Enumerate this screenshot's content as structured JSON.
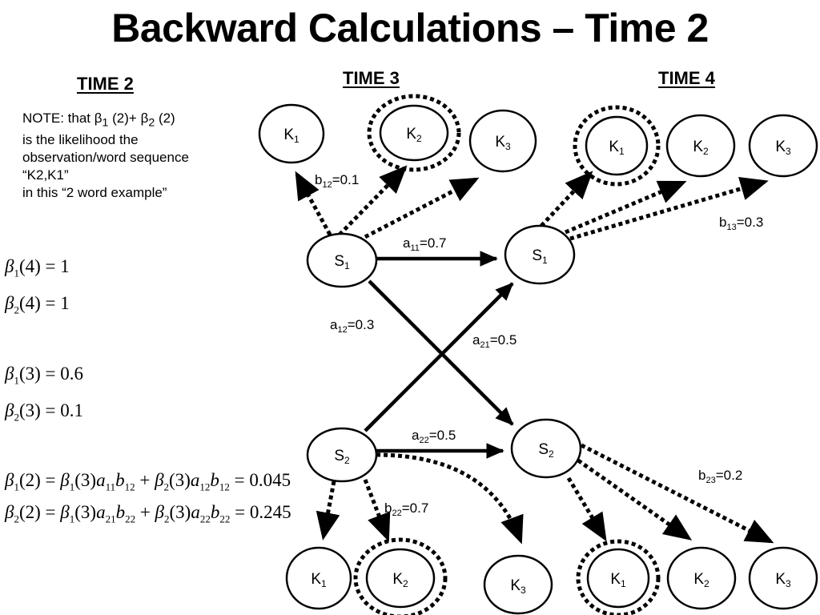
{
  "title": "Backward Calculations – Time 2",
  "time_labels": {
    "time2": "TIME 2",
    "time3": "TIME 3",
    "time4": "TIME 4"
  },
  "note": {
    "prefix": "NOTE: that ",
    "beta": "β",
    "beta_sub1": "1",
    "mid": " (2)+ ",
    "beta_sub2": "2",
    "suffix": " (2)",
    "line2": "is the likelihood the",
    "line3": "observation/word sequence",
    "line4": "“K2,K1”",
    "line5": "in this “2 word example”"
  },
  "equations": {
    "b1_4": {
      "sub": "1",
      "arg": "(4)",
      "rhs": "= 1"
    },
    "b2_4": {
      "sub": "2",
      "arg": "(4)",
      "rhs": "= 1"
    },
    "b1_3": {
      "sub": "1",
      "arg": "(3)",
      "rhs": "= 0.6"
    },
    "b2_3": {
      "sub": "2",
      "arg": "(3)",
      "rhs": "= 0.1"
    },
    "b1_2": {
      "lhs_sub": "1",
      "lhs_arg": "(2) = ",
      "t1_sub": "1",
      "t1_arg": "(3)",
      "t1_a_sub": "11",
      "t1_b_sub": "12",
      "plus": " + ",
      "t2_sub": "2",
      "t2_arg": "(3)",
      "t2_a_sub": "12",
      "t2_b_sub": "12",
      "rhs": " = 0.045"
    },
    "b2_2": {
      "lhs_sub": "2",
      "lhs_arg": "(2) = ",
      "t1_sub": "1",
      "t1_arg": "(3)",
      "t1_a_sub": "21",
      "t1_b_sub": "22",
      "plus": " + ",
      "t2_sub": "2",
      "t2_arg": "(3)",
      "t2_a_sub": "22",
      "t2_b_sub": "22",
      "rhs": " = 0.245"
    }
  },
  "diagram": {
    "states": {
      "t3": {
        "s1": {
          "main": "S",
          "sub": "1"
        },
        "s2": {
          "main": "S",
          "sub": "2"
        }
      },
      "t4": {
        "s1": {
          "main": "S",
          "sub": "1"
        },
        "s2": {
          "main": "S",
          "sub": "2"
        }
      }
    },
    "observations": {
      "t3_top": [
        {
          "main": "K",
          "sub": "1"
        },
        {
          "main": "K",
          "sub": "2"
        },
        {
          "main": "K",
          "sub": "3"
        }
      ],
      "t4_top": [
        {
          "main": "K",
          "sub": "1"
        },
        {
          "main": "K",
          "sub": "2"
        },
        {
          "main": "K",
          "sub": "3"
        }
      ],
      "t3_bottom": [
        {
          "main": "K",
          "sub": "1"
        },
        {
          "main": "K",
          "sub": "2"
        },
        {
          "main": "K",
          "sub": "3"
        }
      ],
      "t4_bottom": [
        {
          "main": "K",
          "sub": "1"
        },
        {
          "main": "K",
          "sub": "2"
        },
        {
          "main": "K",
          "sub": "3"
        }
      ]
    },
    "edge_labels": {
      "a11": {
        "main": "a",
        "sub": "11",
        "value": "=0.7"
      },
      "a12": {
        "main": "a",
        "sub": "12",
        "value": "=0.3"
      },
      "a21": {
        "main": "a",
        "sub": "21",
        "value": "=0.5"
      },
      "a22": {
        "main": "a",
        "sub": "22",
        "value": "=0.5"
      },
      "b12": {
        "main": "b",
        "sub": "12",
        "value": "=0.1"
      },
      "b13": {
        "main": "b",
        "sub": "13",
        "value": "=0.3"
      },
      "b22": {
        "main": "b",
        "sub": "22",
        "value": "=0.7"
      },
      "b23": {
        "main": "b",
        "sub": "23",
        "value": "=0.2"
      }
    }
  }
}
